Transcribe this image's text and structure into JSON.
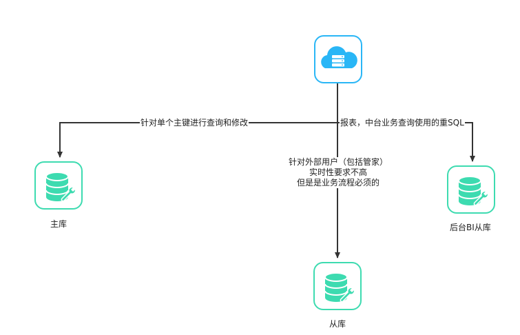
{
  "colors": {
    "server": "#29b6f6",
    "database": "#3ddbb0",
    "edge": "#333333"
  },
  "nodes": {
    "server": {
      "icon": "cloud-server-icon"
    },
    "master_db": {
      "icon": "database-wrench-icon",
      "label": "主库"
    },
    "slave_db": {
      "icon": "database-wrench-icon",
      "label": "从库"
    },
    "bi_slave_db": {
      "icon": "database-wrench-icon",
      "label": "后台BI从库"
    }
  },
  "edges": {
    "to_master": "针对单个主键进行查询和修改",
    "to_bi": "报表，中台业务查询使用的重SQL",
    "to_slave": [
      "针对外部用户（包括管家）",
      "实时性要求不高",
      "但是是业务流程必须的"
    ]
  }
}
